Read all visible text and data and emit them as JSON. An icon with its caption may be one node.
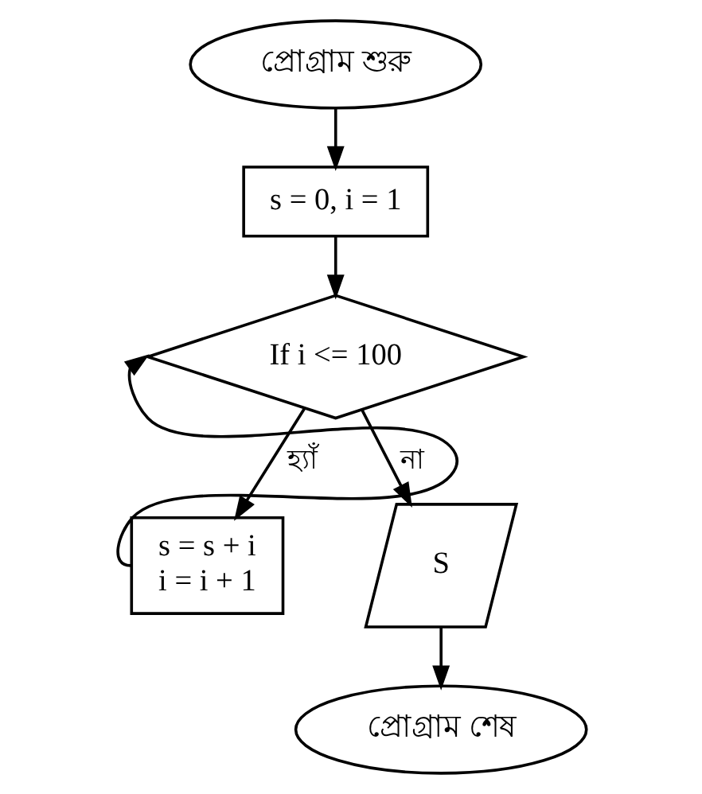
{
  "diagram": {
    "nodes": [
      {
        "text": [
          "প্রোগ্রাম শুরু"
        ]
      },
      {
        "text": [
          "s = 0, i = 1"
        ]
      },
      {
        "text": [
          "If i <= 100"
        ]
      },
      {
        "text": [
          "s = s + i",
          "i = i + 1"
        ]
      },
      {
        "text": [
          "S"
        ]
      },
      {
        "text": [
          "প্রোগ্রাম শেষ"
        ]
      }
    ],
    "edges": [
      {
        "from": 0,
        "to": 1,
        "arrow": "to"
      },
      {
        "from": 1,
        "to": 2,
        "arrow": "to"
      },
      {
        "from": 2,
        "to": 3,
        "arrow": "to",
        "label": "হ্যাঁ"
      },
      {
        "from": 3,
        "to": 2,
        "arrow": "to"
      },
      {
        "from": 2,
        "to": 4,
        "arrow": "to",
        "label": "না"
      },
      {
        "from": 4,
        "to": 5,
        "arrow": "to"
      }
    ]
  }
}
